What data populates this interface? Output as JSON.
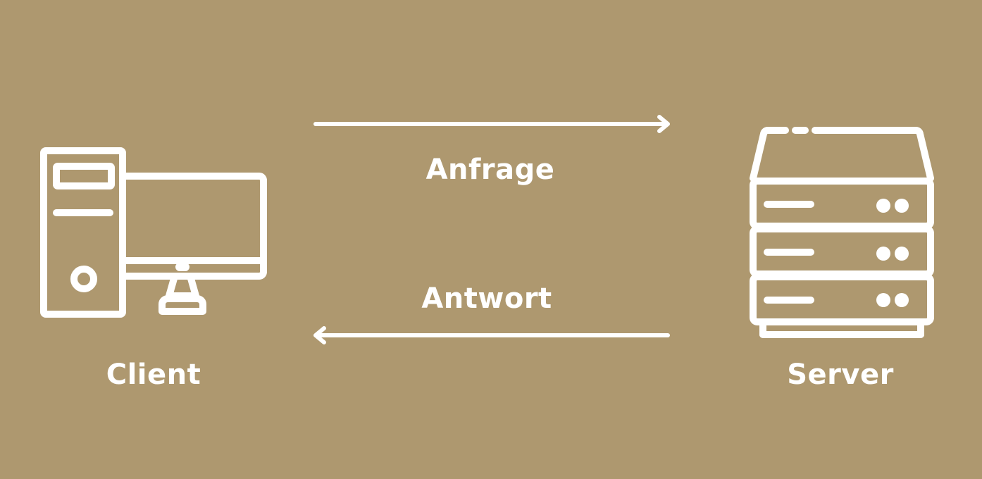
{
  "diagram": {
    "background_color": "#ae986f",
    "foreground_color": "#ffffff",
    "nodes": [
      {
        "id": "client",
        "label": "Client",
        "icon": "desktop-computer-icon"
      },
      {
        "id": "server",
        "label": "Server",
        "icon": "server-rack-icon"
      }
    ],
    "edges": [
      {
        "id": "request",
        "from": "client",
        "to": "server",
        "label": "Anfrage"
      },
      {
        "id": "response",
        "from": "server",
        "to": "client",
        "label": "Antwort"
      }
    ]
  }
}
